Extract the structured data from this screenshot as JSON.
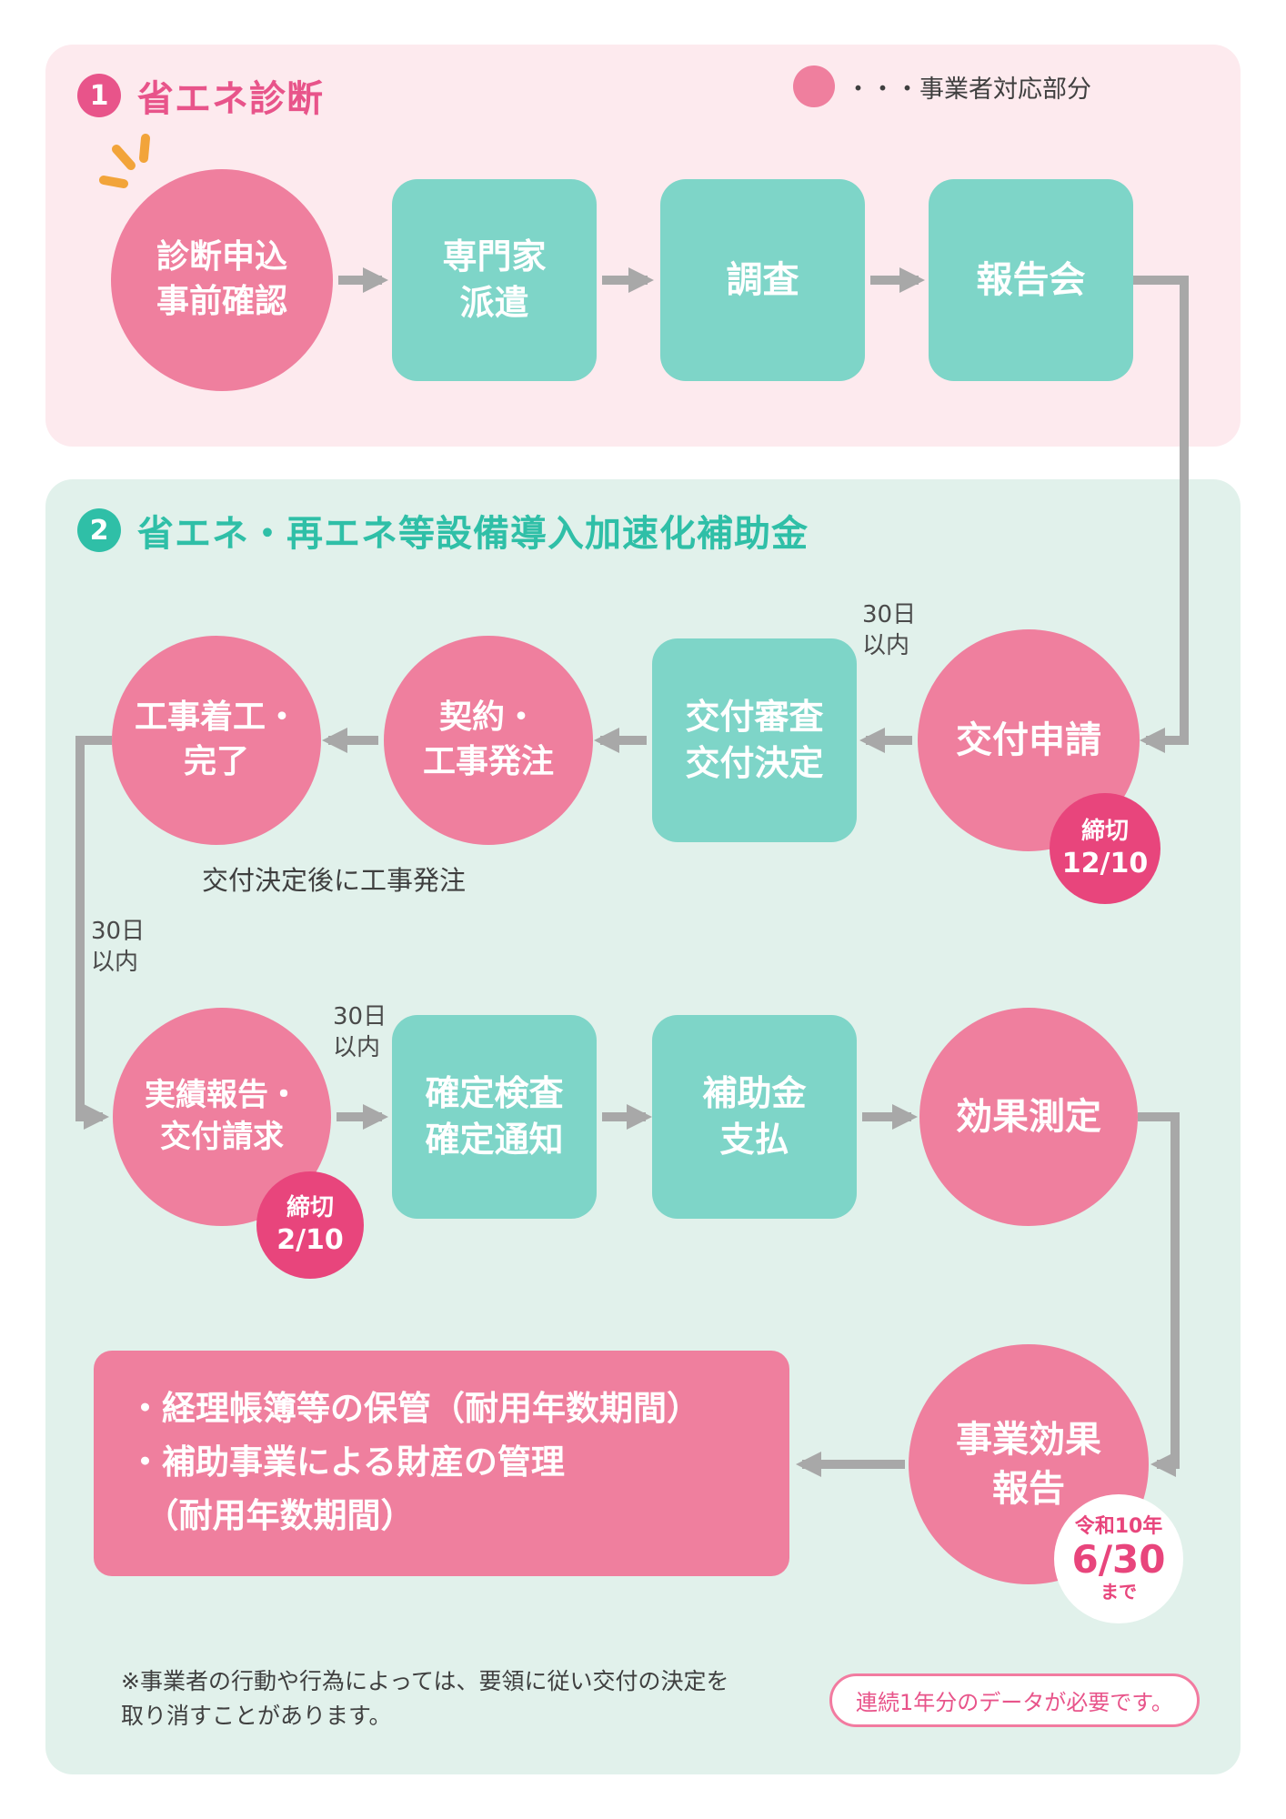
{
  "colors": {
    "panel_pink": "#fdeaee",
    "panel_mint": "#e1f1eb",
    "node_pink": "#ef7f9e",
    "node_teal": "#7ed5c8",
    "badge_deep_pink": "#e8457c",
    "title_pink": "#e8548a",
    "title_teal": "#2fbfa7",
    "arrow_gray": "#a8a8a8",
    "sparkle_orange": "#f2a43a"
  },
  "legend": {
    "label": "・・・事業者対応部分"
  },
  "section1": {
    "number": "1",
    "title": "省エネ診断",
    "nodes": {
      "apply": "診断申込\n事前確認",
      "expert": "専門家\n派遣",
      "survey": "調査",
      "briefing": "報告会"
    }
  },
  "section2": {
    "number": "2",
    "title": "省エネ・再エネ等設備導入加速化補助金",
    "labels": {
      "within30_1": "30日\n以内",
      "within30_2": "30日\n以内",
      "within30_3": "30日\n以内",
      "order_note": "交付決定後に工事発注"
    },
    "nodes": {
      "application": "交付申請",
      "review": "交付審査\n交付決定",
      "contract": "契約・\n工事発注",
      "construction": "工事着工・\n完了",
      "result_report": "実績報告・\n交付請求",
      "inspection": "確定検査\n確定通知",
      "payment": "補助金\n支払",
      "measurement": "効果測定",
      "effect_report": "事業効果\n報告"
    },
    "badges": {
      "deadline1": {
        "label": "締切",
        "date": "12/10"
      },
      "deadline2": {
        "label": "締切",
        "date": "2/10"
      },
      "due": {
        "era": "令和10年",
        "date": "6/30",
        "suffix": "まで"
      }
    },
    "management_box": "・経理帳簿等の保管（耐用年数期間）\n・補助事業による財産の管理\n　（耐用年数期間）",
    "footnote": "※事業者の行動や行為によっては、要領に従い交付の決定を\n取り消すことがあります。",
    "data_pill": "連続1年分のデータが必要です。"
  }
}
